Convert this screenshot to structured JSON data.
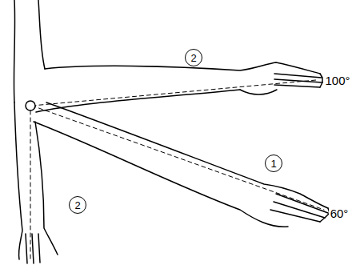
{
  "diagram": {
    "labels": [
      "2",
      "100°",
      "1",
      "60°",
      "2"
    ]
  }
}
